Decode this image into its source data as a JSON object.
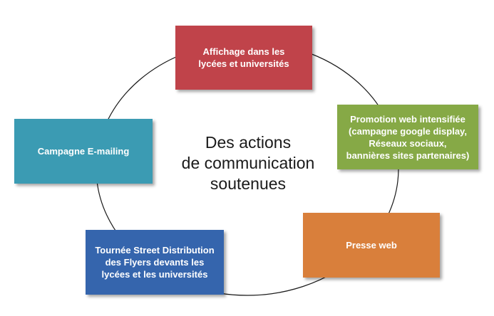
{
  "diagram": {
    "center": {
      "lines": [
        "Des actions",
        "de communication",
        "soutenues"
      ]
    },
    "nodes": [
      {
        "id": "affichage",
        "lines": [
          "Affichage dans les",
          "lycées et universités"
        ],
        "color": "#c0434a"
      },
      {
        "id": "promotion-web",
        "lines": [
          "Promotion web intensifiée",
          "(campagne google display,",
          "Réseaux sociaux,",
          "bannières sites partenaires)"
        ],
        "color": "#86a946"
      },
      {
        "id": "presse-web",
        "lines": [
          "Presse web"
        ],
        "color": "#d97f3b"
      },
      {
        "id": "tournee-street",
        "lines": [
          "Tournée Street Distribution",
          "des Flyers devants les",
          "lycées et les universités"
        ],
        "color": "#3565ad"
      },
      {
        "id": "campagne-emailing",
        "lines": [
          "Campagne E-mailing"
        ],
        "color": "#3b9bb3"
      }
    ],
    "ring_color": "#1a1a1a"
  }
}
